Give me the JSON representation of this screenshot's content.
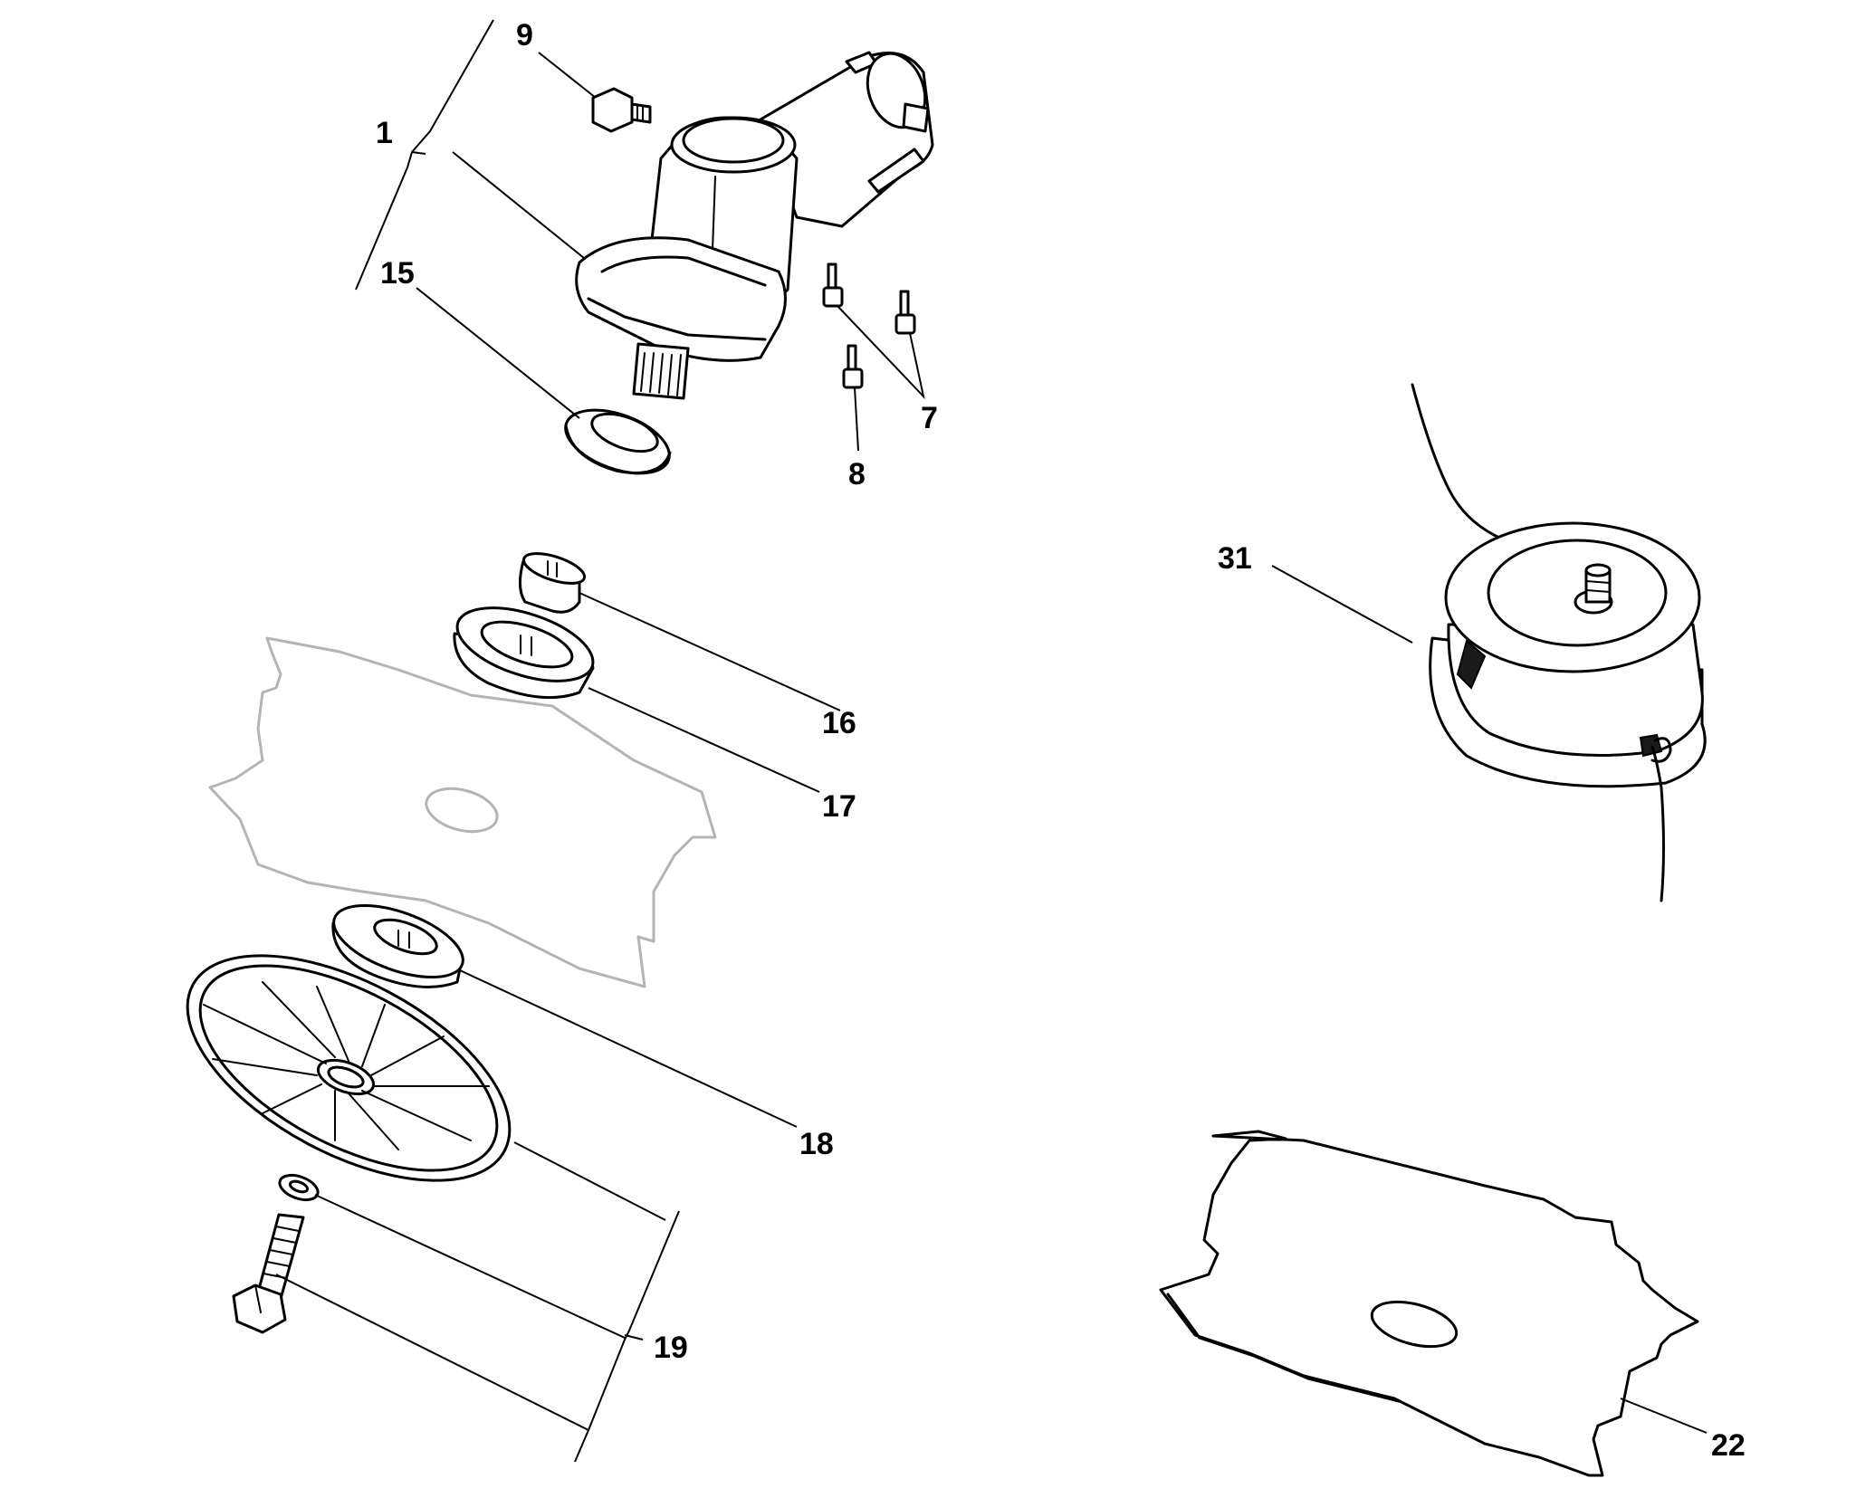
{
  "callouts": {
    "c1": "1",
    "c7": "7",
    "c8": "8",
    "c9": "9",
    "c15": "15",
    "c16": "16",
    "c17": "17",
    "c18": "18",
    "c19": "19",
    "c22": "22",
    "c31": "31"
  }
}
